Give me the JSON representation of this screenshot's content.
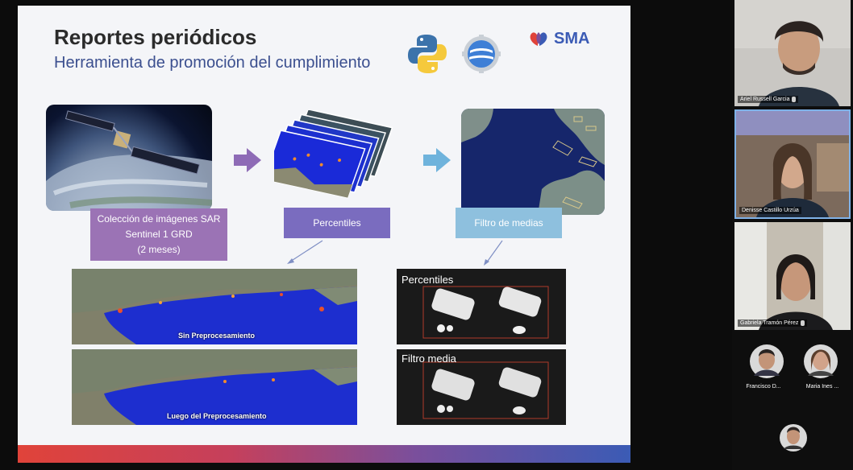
{
  "slide": {
    "title": "Reportes periódicos",
    "subtitle": "Herramienta de promoción del cumplimiento",
    "logo_text": "SMA",
    "icons": [
      "python-logo",
      "earth-engine-logo",
      "sma-logo"
    ],
    "step1_label": [
      "Colección de imágenes SAR",
      "Sentinel 1 GRD",
      "(2 meses)"
    ],
    "step2_label": "Percentiles",
    "step3_label": "Filtro de medias",
    "map1_caption": "Sin Preprocesamiento",
    "map2_caption": "Luego del Preprocesamiento",
    "dark1_caption": "Percentiles",
    "dark2_caption": "Filtro media",
    "colors": {
      "step1": "#9b73b5",
      "step2": "#7a6cbf",
      "step3": "#8ec0de",
      "arrow1": "#8e6bb6",
      "arrow2": "#6fb3dc",
      "title": "#2b2b2b",
      "subtitle": "#3b4f8f"
    }
  },
  "participants": [
    {
      "name": "Ariel Russell Garcia",
      "muted": true
    },
    {
      "name": "Denisse Castillo Urzúa",
      "muted": false,
      "active": true
    },
    {
      "name": "Gabriela Tramón Pérez",
      "muted": true
    },
    {
      "name": "Francisco D...",
      "muted": true
    },
    {
      "name": "Maria Ines ...",
      "muted": true
    },
    {
      "name": "",
      "muted": true
    }
  ]
}
